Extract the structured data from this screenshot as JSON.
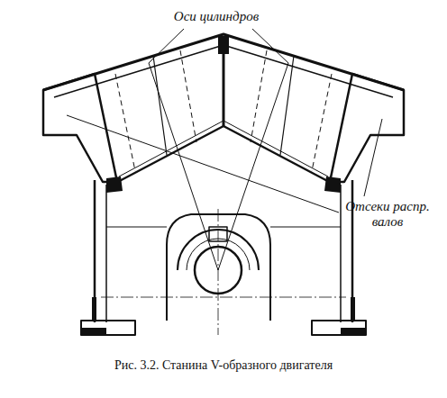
{
  "diagram": {
    "caption": "Рис. 3.2. Станина V-образного двигателя",
    "labels": [
      "Оси цилиндров",
      "Отсеки распр. валов"
    ]
  }
}
